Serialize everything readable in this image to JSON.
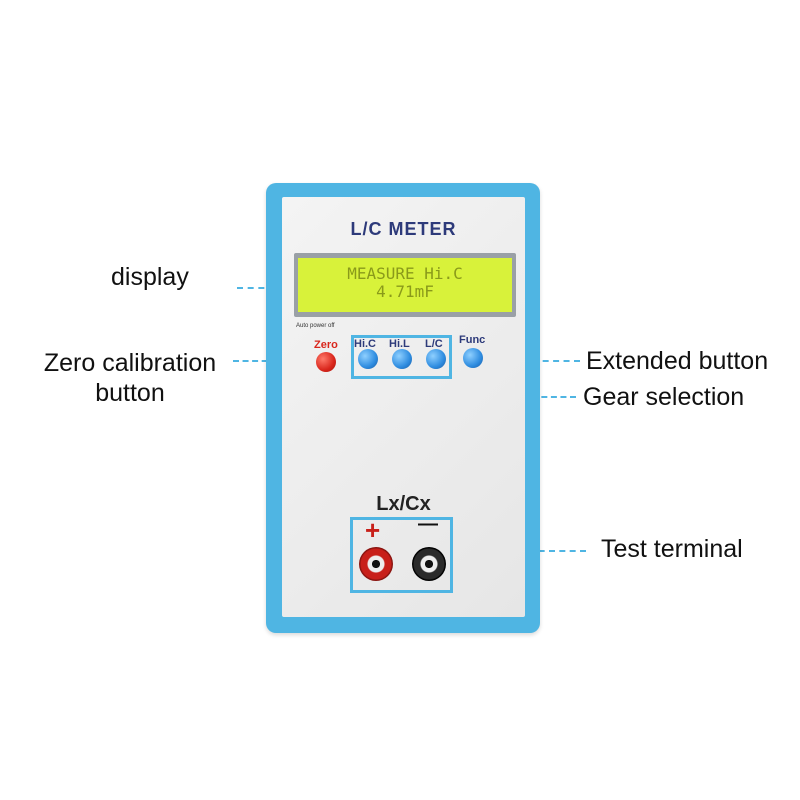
{
  "device": {
    "title": "L/C METER",
    "display": {
      "line1": "MEASURE Hi.C",
      "line2": "4.71mF"
    },
    "auto_power_off": "Auto power off",
    "buttons": {
      "zero": "Zero",
      "hi_c": "Hi.C",
      "hi_l": "Hi.L",
      "lc": "L/C",
      "func": "Func"
    },
    "terminal_label": "Lx/Cx",
    "plus_sign": "+",
    "minus_sign": "—"
  },
  "callouts": {
    "display": "display",
    "zero_line1": "Zero calibration",
    "zero_line2": "button",
    "extended": "Extended button",
    "gear": "Gear selection",
    "terminal": "Test terminal"
  },
  "colors": {
    "frame_blue": "#4fb5e3",
    "lcd_green": "#d8f23a",
    "zero_red": "#d9261c",
    "button_blue": "#2e8ce0"
  }
}
